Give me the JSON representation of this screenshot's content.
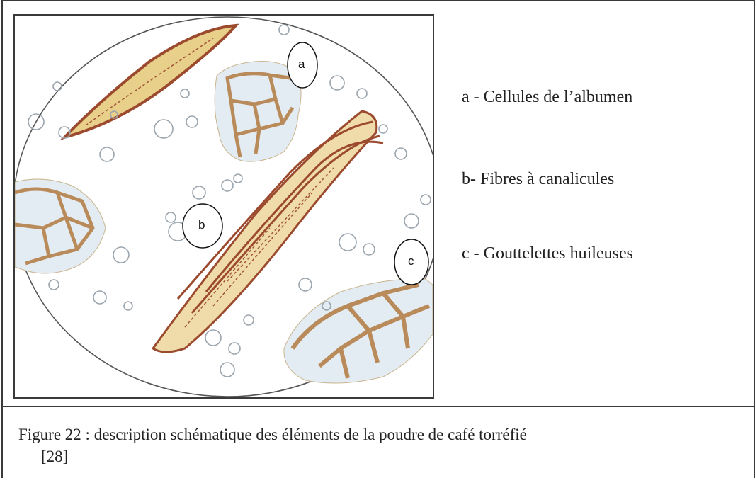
{
  "figure": {
    "callouts": [
      {
        "id": "a",
        "letter": "a"
      },
      {
        "id": "b",
        "letter": "b"
      },
      {
        "id": "c",
        "letter": "c"
      }
    ],
    "legend": [
      {
        "id": "a",
        "text": "a - Cellules de l’albumen"
      },
      {
        "id": "b",
        "text": "b- Fibres à canalicules"
      },
      {
        "id": "c",
        "text": "c - Gouttelettes huileuses"
      }
    ],
    "caption": "Figure 22 : description schématique des éléments de la poudre de café torréfié",
    "caption_ref": "[28]"
  },
  "colors": {
    "frame": "#3a3a3a",
    "fiber_outline": "#9c4a2e",
    "fiber_fill": "#e8cf8a",
    "cell_wall": "#b98b5a",
    "cell_fill": "#dfe8f0",
    "droplet": "#9aa4ad"
  }
}
